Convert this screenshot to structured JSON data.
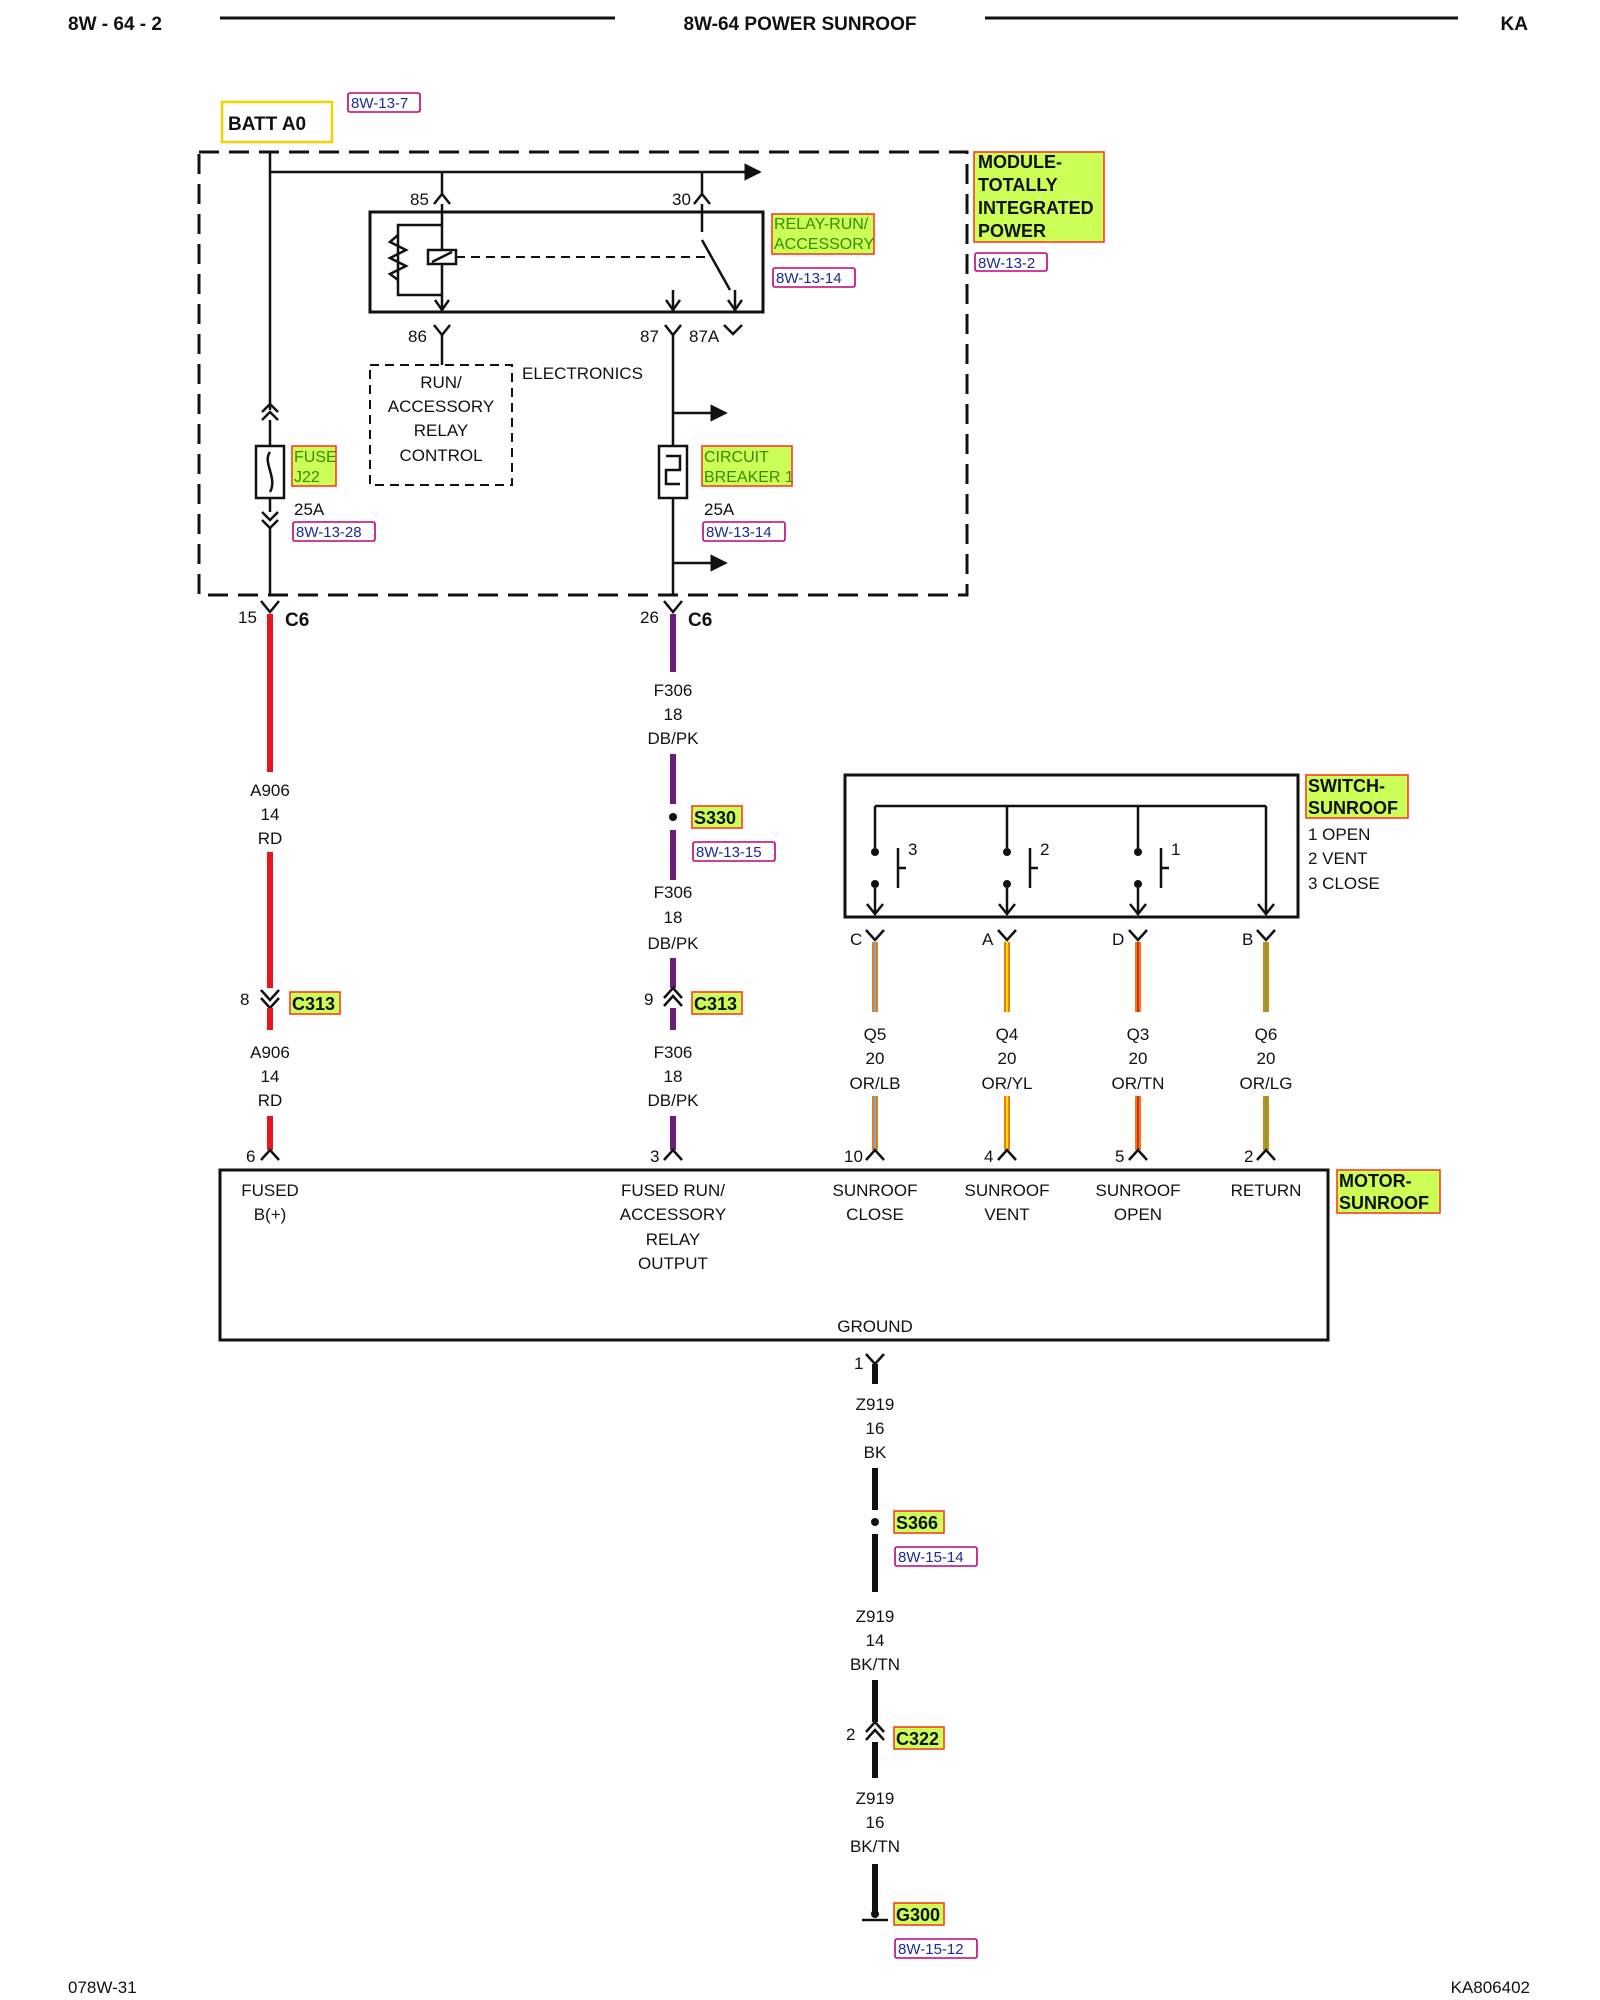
{
  "header": {
    "page_code": "8W - 64 - 2",
    "title": "8W-64 POWER SUNROOF",
    "model": "KA"
  },
  "footer": {
    "left_code": "078W-31",
    "right_code": "KA806402"
  },
  "batt": {
    "label": "BATT A0",
    "ref": "8W-13-7"
  },
  "tipm": {
    "name": [
      "MODULE-",
      "TOTALLY",
      "INTEGRATED",
      "POWER"
    ],
    "ref": "8W-13-2"
  },
  "relay": {
    "name": [
      "RELAY-RUN/",
      "ACCESSORY"
    ],
    "ref": "8W-13-14",
    "pin85": "85",
    "pin30": "30",
    "pin86": "86",
    "pin87": "87",
    "pin87a": "87A"
  },
  "relay_control": {
    "lines": [
      "RUN/",
      "ACCESSORY",
      "RELAY",
      "CONTROL"
    ],
    "electronics": "ELECTRONICS"
  },
  "fuse": {
    "name": [
      "FUSE",
      "J22"
    ],
    "rating": "25A",
    "ref": "8W-13-28"
  },
  "breaker": {
    "name": [
      "CIRCUIT",
      "BREAKER 1"
    ],
    "rating": "25A",
    "ref": "8W-13-14"
  },
  "c6": {
    "label": "C6",
    "pin_left": "15",
    "pin_right": "26"
  },
  "wire_a906_upper": [
    "A906",
    "14",
    "RD"
  ],
  "wire_a906_lower": [
    "A906",
    "14",
    "RD"
  ],
  "wire_f306_top": [
    "F306",
    "18",
    "DB/PK"
  ],
  "wire_f306_mid": [
    "F306",
    "18",
    "DB/PK"
  ],
  "wire_f306_low": [
    "F306",
    "18",
    "DB/PK"
  ],
  "s330": {
    "label": "S330",
    "ref": "8W-13-15"
  },
  "c313": {
    "label": "C313",
    "pin_left": "8",
    "pin_right": "9"
  },
  "switch": {
    "name": [
      "SWITCH-",
      "SUNROOF"
    ],
    "legend": [
      "1 OPEN",
      "2 VENT",
      "3 CLOSE"
    ],
    "contacts": [
      "3",
      "2",
      "1"
    ],
    "pins": [
      "C",
      "A",
      "D",
      "B"
    ]
  },
  "switch_wires": [
    {
      "circuit": "Q5",
      "gauge": "20",
      "color": "OR/LB",
      "motor_pin": "10"
    },
    {
      "circuit": "Q4",
      "gauge": "20",
      "color": "OR/YL",
      "motor_pin": "4"
    },
    {
      "circuit": "Q3",
      "gauge": "20",
      "color": "OR/TN",
      "motor_pin": "5"
    },
    {
      "circuit": "Q6",
      "gauge": "20",
      "color": "OR/LG",
      "motor_pin": "2"
    }
  ],
  "motor": {
    "name": [
      "MOTOR-",
      "SUNROOF"
    ],
    "pin_fused": "6",
    "pin_relay": "3",
    "fused_label": [
      "FUSED",
      "B(+)"
    ],
    "relay_label": [
      "FUSED RUN/",
      "ACCESSORY",
      "RELAY",
      "OUTPUT"
    ],
    "close_label": [
      "SUNROOF",
      "CLOSE"
    ],
    "vent_label": [
      "SUNROOF",
      "VENT"
    ],
    "open_label": [
      "SUNROOF",
      "OPEN"
    ],
    "return_label": [
      "RETURN"
    ],
    "ground_label": "GROUND",
    "ground_pin": "1"
  },
  "wire_z919_1": [
    "Z919",
    "16",
    "BK"
  ],
  "s366": {
    "label": "S366",
    "ref": "8W-15-14"
  },
  "wire_z919_2": [
    "Z919",
    "14",
    "BK/TN"
  ],
  "c322": {
    "label": "C322",
    "pin": "2"
  },
  "wire_z919_3": [
    "Z919",
    "16",
    "BK/TN"
  ],
  "g300": {
    "label": "G300",
    "ref": "8W-15-12"
  },
  "colors": {
    "red_wire": "#e8161b",
    "purple_wire": "#6a1d7a",
    "orange_wire": "#f07a10",
    "highlight": "#ccff55",
    "ref_border": "#c0007a",
    "ref_text": "#1a2a9a"
  }
}
